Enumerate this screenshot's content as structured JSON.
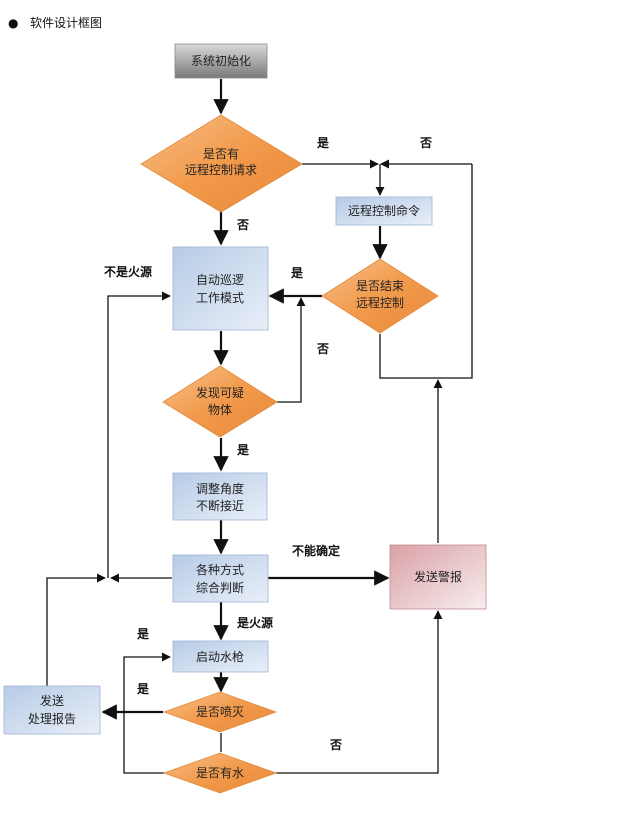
{
  "header": {
    "bullet": "●",
    "title": "软件设计框图"
  },
  "nodes": {
    "init": "系统初始化",
    "remote_q_1": "是否有",
    "remote_q_2": "远程控制请求",
    "remote_cmd": "远程控制命令",
    "end_remote_1": "是否结束",
    "end_remote_2": "远程控制",
    "patrol_1": "自动巡逻",
    "patrol_2": "工作模式",
    "suspect_1": "发现可疑",
    "suspect_2": "物体",
    "adjust_1": "调整角度",
    "adjust_2": "不断接近",
    "judge_1": "各种方式",
    "judge_2": "综合判断",
    "alarm": "发送警报",
    "water_gun": "启动水枪",
    "extinguished": "是否喷灭",
    "report_1": "发送",
    "report_2": "处理报告",
    "has_water": "是否有水"
  },
  "edges": {
    "remote_yes": "是",
    "remote_no_top": "否",
    "remote_no": "否",
    "end_yes": "是",
    "end_no": "否",
    "not_fire": "不是火源",
    "suspect_yes": "是",
    "uncertain": "不能确定",
    "is_fire": "是火源",
    "water_yes": "是",
    "extinguished_yes": "是",
    "water_no": "否"
  }
}
